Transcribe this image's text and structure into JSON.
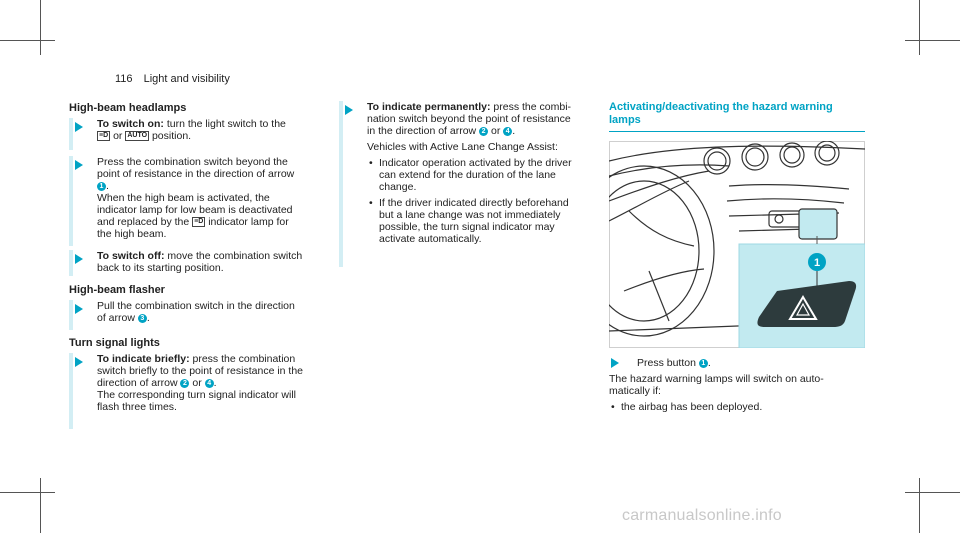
{
  "header": {
    "page_number": "116",
    "section": "Light and visibility"
  },
  "col1": {
    "title": "High-beam headlamps",
    "on_label": "To switch on:",
    "on_text1": "turn the light switch to the",
    "sym_low": "≡D",
    "or": "or",
    "sym_auto": "AUTO",
    "on_text2": "position.",
    "press_text1": "Press the combination switch beyond the",
    "press_text2": "point of resistance in the direction of arrow",
    "marker1": "1",
    "when1": "When the high beam is activated, the",
    "when2": "indicator lamp for low beam is deactivated",
    "when3a": "and replaced by the",
    "sym_high": "≡D",
    "when3b": "indicator lamp for",
    "when4": "the high beam.",
    "off_label": "To switch off:",
    "off_text1": "move the combination switch",
    "off_text2": "back to its starting position.",
    "flasher_title": "High-beam flasher",
    "flash_text1": "Pull the combination switch in the direction",
    "flash_text2": "of arrow",
    "marker3": "3",
    "turn_title": "Turn signal lights",
    "brief_label": "To indicate briefly:",
    "brief_text1": "press the combination",
    "brief_text2": "switch briefly to the point of resistance in the",
    "brief_text3": "direction of arrow",
    "marker2": "2",
    "marker4": "4",
    "brief_text4": "The corresponding turn signal indicator will",
    "brief_text5": "flash three times."
  },
  "col2": {
    "perm_label": "To indicate permanently:",
    "perm_text1": "press the combi-",
    "perm_text2": "nation switch beyond the point of resistance",
    "perm_text3": "in the direction of arrow",
    "or": "or",
    "marker2": "2",
    "marker4": "4",
    "vehicles": "Vehicles with Active Lane Change Assist:",
    "b1_1": "Indicator operation activated by the driver",
    "b1_2": "can extend for the duration of the lane",
    "b1_3": "change.",
    "b2_1": "If the driver indicated directly beforehand",
    "b2_2": "but a lane change was not immediately",
    "b2_3": "possible, the turn signal indicator may",
    "b2_4": "activate automatically."
  },
  "col3": {
    "title": "Activating/deactivating the hazard warning lamps",
    "press": "Press button",
    "marker1": "1",
    "desc1": "The hazard warning lamps will switch on auto-",
    "desc2": "matically if:",
    "bullet1": "the airbag has been deployed.",
    "fig_marker": "1"
  },
  "watermark": "carmanualsonline.info",
  "colors": {
    "accent": "#00a3c4",
    "bar": "#d3eef4",
    "figure_bg": "#c2eaf0"
  }
}
